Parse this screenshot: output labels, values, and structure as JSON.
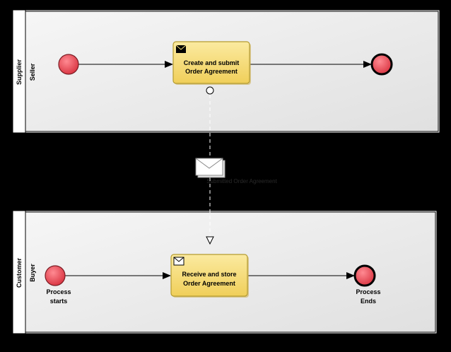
{
  "pools": [
    {
      "id": "supplier",
      "title": "Supplier",
      "lane": "Seller"
    },
    {
      "id": "customer",
      "title": "Customer",
      "lane": "Buyer"
    }
  ],
  "tasks": {
    "create_submit": {
      "line1": "Create and submit",
      "line2": "Order Agreement",
      "marker": "send-envelope"
    },
    "receive_store": {
      "line1": "Receive and store",
      "line2": "Order Agreement",
      "marker": "receive-envelope"
    }
  },
  "events": {
    "supplier_start": {
      "label": ""
    },
    "supplier_end": {
      "label": ""
    },
    "customer_start": {
      "line1": "Process",
      "line2": "starts"
    },
    "customer_end": {
      "line1": "Process",
      "line2": "Ends"
    }
  },
  "message": {
    "label": "Submitted Order Agreement"
  },
  "colors": {
    "background": "#000000",
    "pool_fill": "#ececec",
    "lane_fill": "#ffffff",
    "task_fill": "#f6e07a",
    "task_border": "#b59b2f",
    "event_fill": "#e8545f",
    "event_border": "#7a1d24",
    "line": "#000000"
  }
}
